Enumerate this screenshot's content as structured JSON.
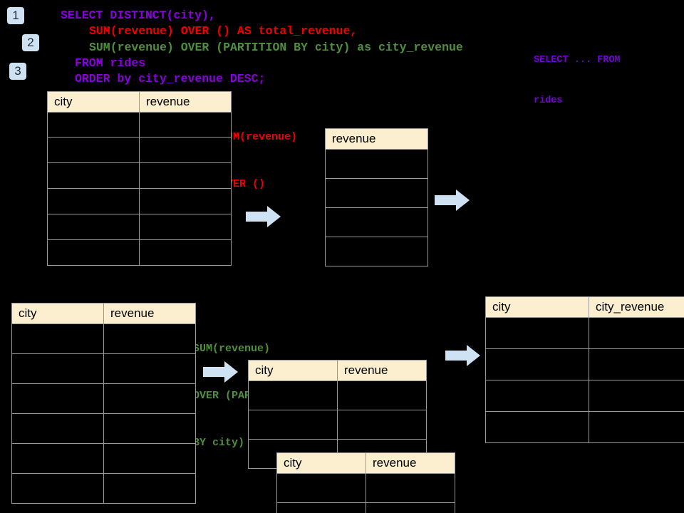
{
  "background": "#000000",
  "accent_blue": "#cfe2f3",
  "header_cream": "#fcefd0",
  "grid_gray": "#999999",
  "steps": [
    {
      "label": "1"
    },
    {
      "label": "2"
    },
    {
      "label": "3"
    }
  ],
  "sql": {
    "line1": "SELECT DISTINCT(city),",
    "line1_color": "#8800dd",
    "line2": "SUM(revenue) OVER () AS total_revenue,",
    "line2_color": "#ee0000",
    "line3": "SUM(revenue) OVER (PARTITION BY city) as city_revenue",
    "line3_color": "#4f8f3d",
    "line4": "FROM rides",
    "line4_color": "#8800dd",
    "line5": "ORDER by city_revenue DESC;",
    "line5_color": "#8800dd"
  },
  "annotations": {
    "select_from": {
      "line1": "SELECT ... FROM",
      "line2": "rides",
      "color": "#7700dd"
    },
    "sum_over_empty": {
      "line1": "SUM(revenue)",
      "line2": "OVER ()",
      "color": "#ee0000"
    },
    "sum_over_partition": {
      "line1": "SUM(revenue)",
      "line2": "OVER (PARTITION",
      "line3": "BY city)",
      "color": "#4f8f3d"
    }
  },
  "tables": {
    "rides_top": {
      "headers": [
        "city",
        "revenue"
      ],
      "row_count": 6
    },
    "total_revenue": {
      "headers": [
        "revenue"
      ],
      "row_count": 4
    },
    "rides_bottom": {
      "headers": [
        "city",
        "revenue"
      ],
      "row_count": 6
    },
    "partition_back": {
      "headers": [
        "city",
        "revenue"
      ],
      "row_count": 3
    },
    "partition_front": {
      "headers": [
        "city",
        "revenue"
      ],
      "row_count": 2
    },
    "result": {
      "headers": [
        "city",
        "city_revenue"
      ],
      "row_count": 4
    }
  },
  "arrows": [
    {
      "name": "arrow-top-left"
    },
    {
      "name": "arrow-top-right"
    },
    {
      "name": "arrow-bottom-left"
    },
    {
      "name": "arrow-bottom-right"
    }
  ]
}
